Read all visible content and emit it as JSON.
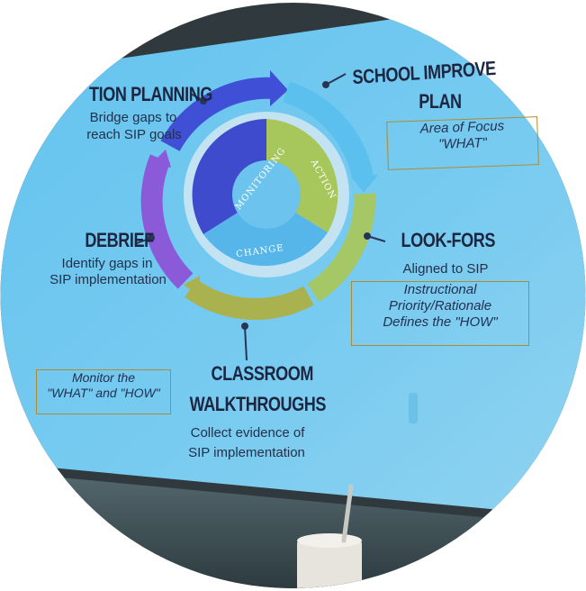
{
  "diagram": {
    "nodes": {
      "action_planning": {
        "title": "TION PLANNING",
        "text_1": "Bridge gaps to",
        "text_2": "reach SIP goals"
      },
      "school_improvement_plan": {
        "title_1": "SCHOOL IMPROVE",
        "title_2": "PLAN",
        "box_1": "Area of Focus",
        "box_2": "\"WHAT\""
      },
      "look_fors": {
        "title": "LOOK-FORS",
        "text": "Aligned to SIP",
        "box_1": "Instructional",
        "box_2": "Priority/Rationale",
        "box_3": "Defines the \"HOW\""
      },
      "classroom_walkthroughs": {
        "title_1": "CLASSROOM",
        "title_2": "WALKTHROUGHS",
        "text_1": "Collect evidence of",
        "text_2": "SIP implementation"
      },
      "debrief": {
        "title": "DEBRIEF",
        "text_1": "Identify gaps in",
        "text_2": "SIP implementation"
      }
    },
    "monitor_box": {
      "line_1": "Monitor the",
      "line_2": "\"WHAT\" and \"HOW\""
    },
    "inner_cycle": {
      "segment_1": "MONITORING",
      "segment_2": "ACTION",
      "segment_3": "CHANGE"
    }
  },
  "colors": {
    "screen": "#6fc6ee",
    "ring_dark_blue": "#3f4fd6",
    "ring_light_blue": "#5cc0ee",
    "ring_green": "#a5c765",
    "ring_olive": "#aab24f",
    "ring_purple": "#8a5ad8",
    "box_border": "#b08a2e"
  }
}
